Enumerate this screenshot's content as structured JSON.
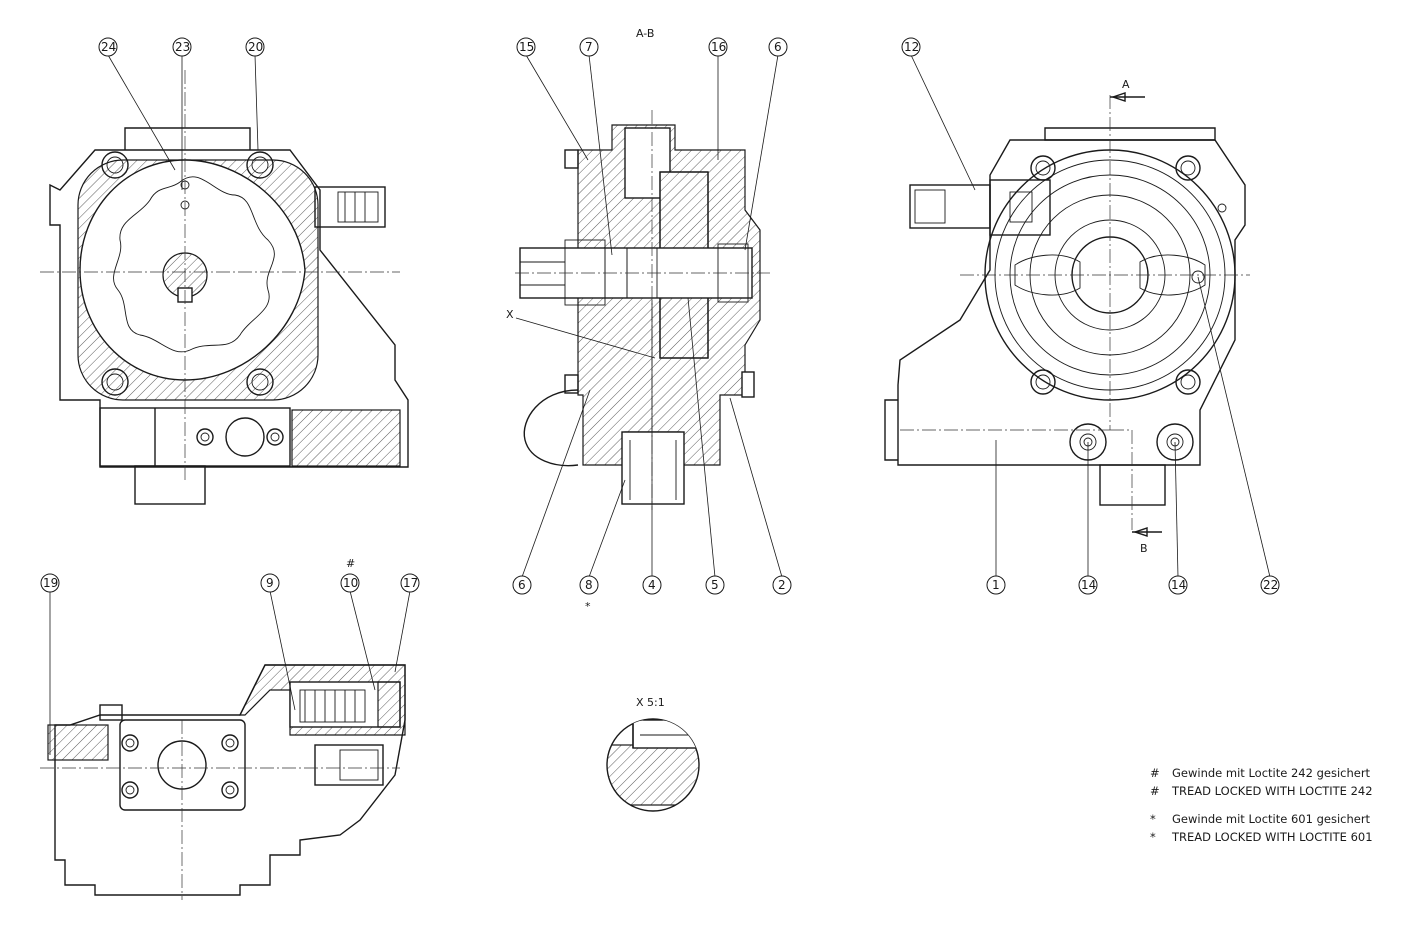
{
  "section_title": "A-B",
  "detail_label": "X 5:1",
  "detail_marker": "X",
  "section_markers": {
    "a": "A",
    "b": "B"
  },
  "balloons": {
    "view1": [
      "24",
      "23",
      "20"
    ],
    "view2_top": [
      "15",
      "7",
      "16",
      "6"
    ],
    "view2_bottom": [
      "6",
      "8",
      "4",
      "5",
      "2"
    ],
    "view3_top": [
      "12"
    ],
    "view3_bottom": [
      "1",
      "14",
      "14",
      "22"
    ],
    "view4": [
      "19",
      "9",
      "10",
      "17"
    ]
  },
  "balloon_symbols": {
    "star": "*",
    "hash": "#"
  },
  "notes": [
    {
      "symbol": "#",
      "text": "Gewinde mit Loctite 242 gesichert"
    },
    {
      "symbol": "#",
      "text": "TREAD LOCKED WITH LOCTITE 242"
    },
    {
      "symbol": "*",
      "text": "Gewinde mit Loctite 601 gesichert"
    },
    {
      "symbol": "*",
      "text": "TREAD LOCKED WITH LOCTITE 601"
    }
  ]
}
